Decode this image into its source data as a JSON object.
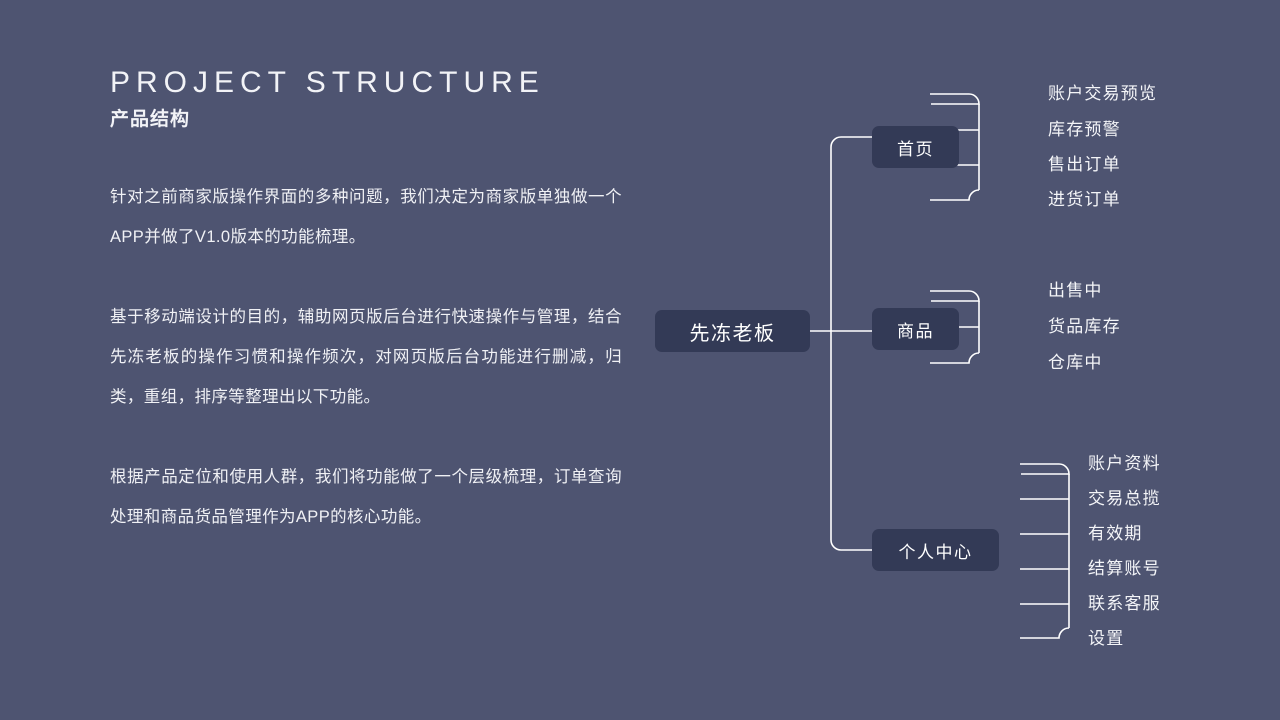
{
  "theme": {
    "background": "#4e5471",
    "node_fill": "#333a56",
    "text": "#f2f3f7",
    "connector": "#ffffff"
  },
  "header": {
    "title_en": "PROJECT STRUCTURE",
    "title_cn": "产品结构"
  },
  "body": {
    "paragraphs": [
      "针对之前商家版操作界面的多种问题，我们决定为商家版单独做一个APP并做了V1.0版本的功能梳理。",
      "基于移动端设计的目的，辅助网页版后台进行快速操作与管理，结合先冻老板的操作习惯和操作频次，对网页版后台功能进行删减，归类，重组，排序等整理出以下功能。",
      "根据产品定位和使用人群，我们将功能做了一个层级梳理，订单查询处理和商品货品管理作为APP的核心功能。"
    ]
  },
  "diagram": {
    "root": {
      "label": "先冻老板"
    },
    "branches": [
      {
        "label": "首页",
        "leaves": [
          "账户交易预览",
          "库存预警",
          "售出订单",
          "进货订单"
        ]
      },
      {
        "label": "商品",
        "leaves": [
          "出售中",
          "货品库存",
          "仓库中"
        ]
      },
      {
        "label": "个人中心",
        "leaves": [
          "账户资料",
          "交易总揽",
          "有效期",
          "结算账号",
          "联系客服",
          "设置"
        ]
      }
    ]
  }
}
